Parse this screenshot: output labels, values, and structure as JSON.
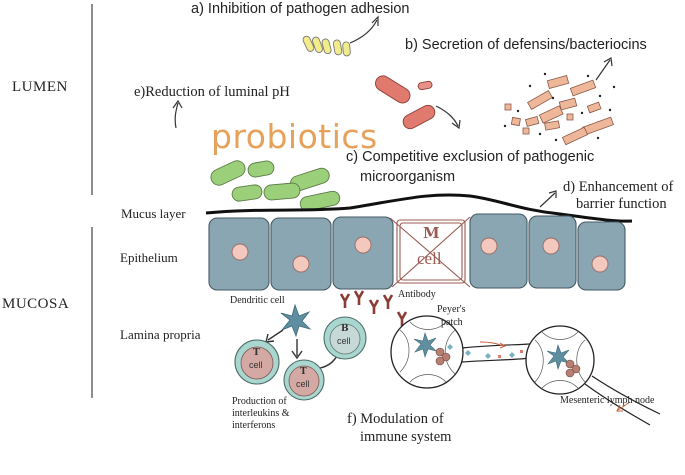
{
  "regions": {
    "lumen": "LUMEN",
    "mucosa": "MUCOSA"
  },
  "center_label": "probiotics",
  "mechanisms": {
    "a": "a) Inhibition of pathogen adhesion",
    "b": "b) Secretion of defensins/bacteriocins",
    "c_line1": "c) Competitive exclusion of pathogenic",
    "c_line2": "microorganism",
    "d_line1": "d) Enhancement of",
    "d_line2": "barrier function",
    "e": "e)Reduction of luminal pH",
    "f_line1": "f) Modulation of",
    "f_line2": "immune system"
  },
  "layers": {
    "mucus": "Mucus layer",
    "epithelium": "Epithelium",
    "lamina": "Lamina propria"
  },
  "cells": {
    "m_letter": "M",
    "m_word": "cell",
    "t_letter": "T",
    "b_letter": "B",
    "cell_word": "cell"
  },
  "immune_labels": {
    "dendritic": "Dendritic cell",
    "antibody": "Antibody",
    "peyers_line1": "Peyer's",
    "peyers_line2": "patch",
    "production_line1": "Production of",
    "production_line2": "interleukins &",
    "production_line3": "interferons",
    "lymph_node": "Mesenteric lymph node"
  },
  "colors": {
    "probiotic_green": "#9ccf7a",
    "pathogen_red": "#e07a6e",
    "adhesion_yellow": "#f2ec8a",
    "bacteriocin_peach": "#efb79a",
    "epithelial_blue": "#8aa6b2",
    "nucleus_pink": "#f3c8be",
    "tcell_teal": "#a9d6cf",
    "tcell_inner": "#d4a9a4",
    "bcell_inner": "#c7d9d6",
    "probiotics_text": "#e6a15b"
  }
}
